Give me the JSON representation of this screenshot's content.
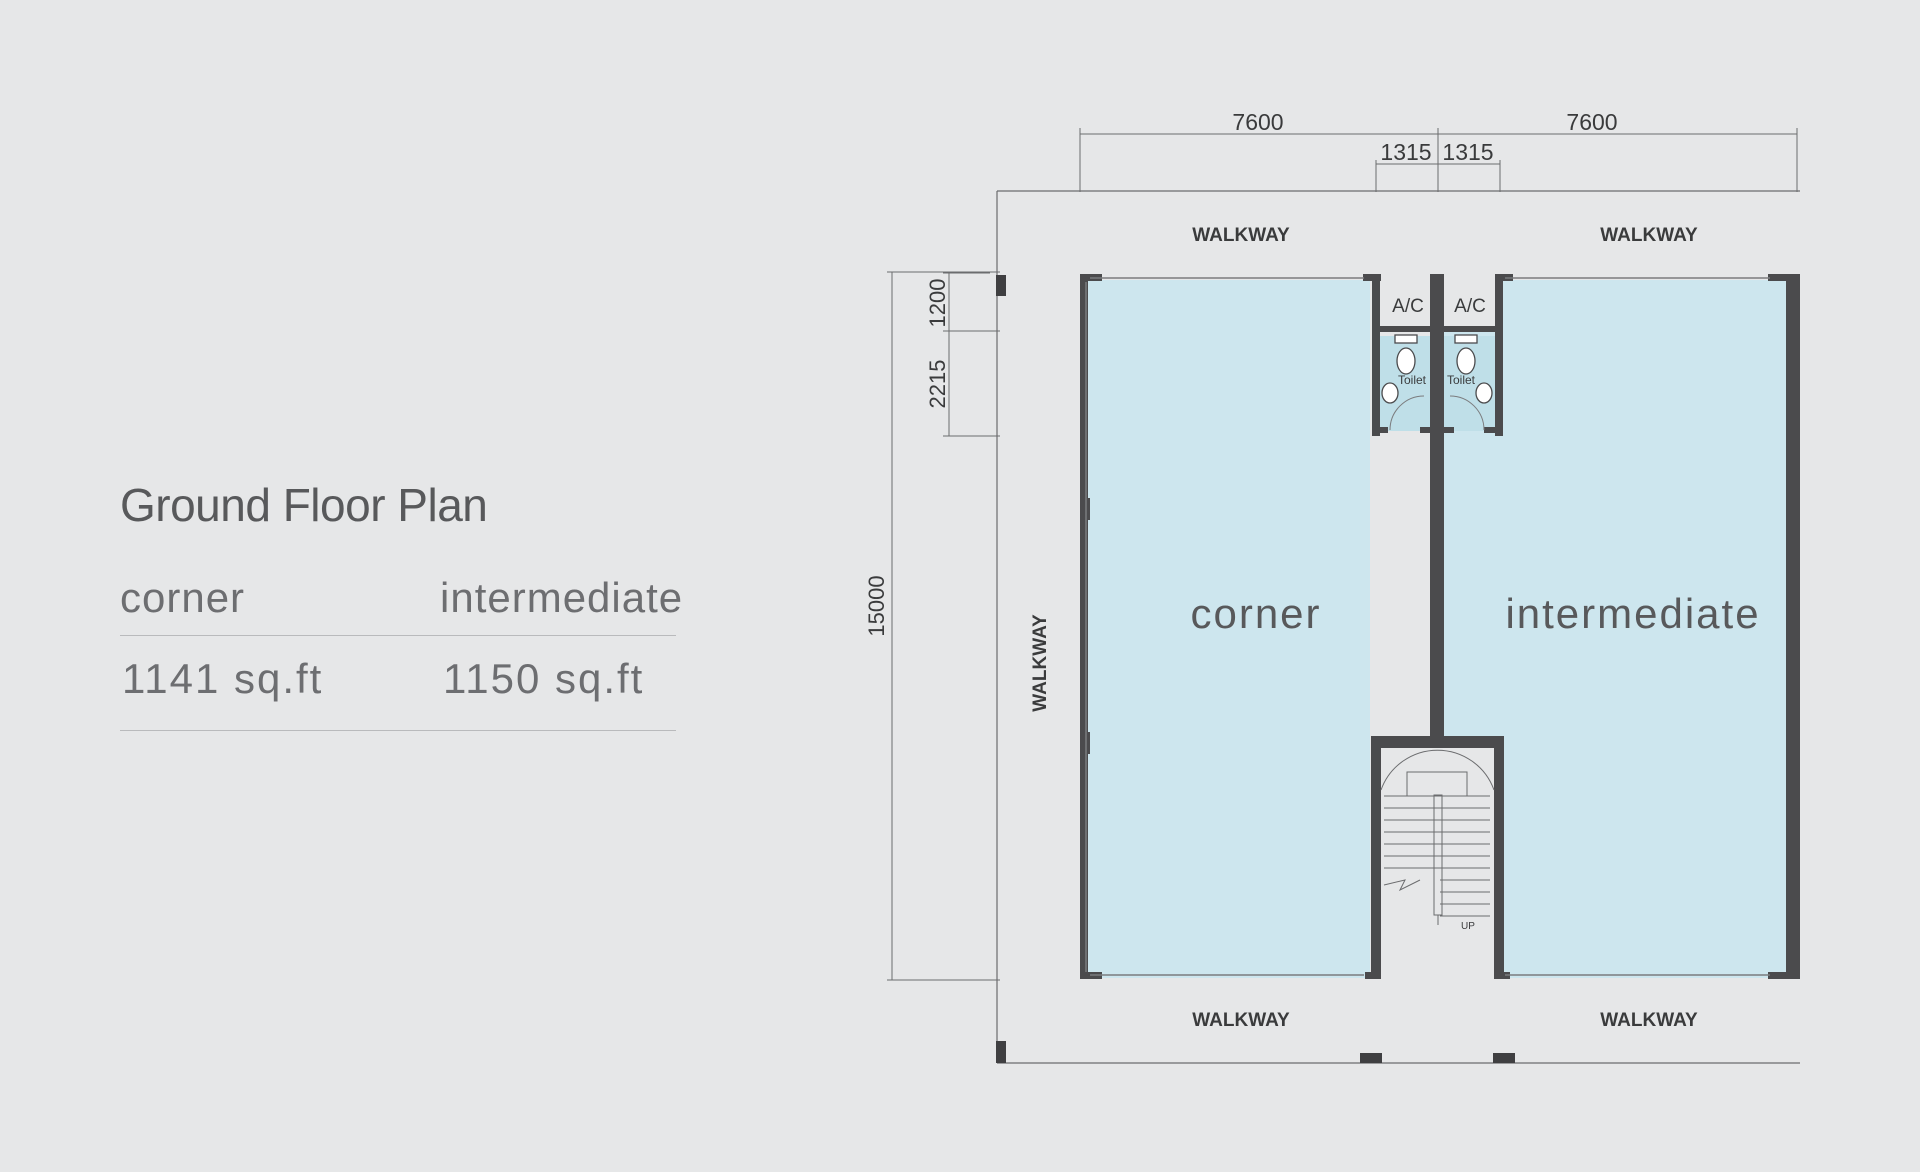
{
  "title": "Ground Floor Plan",
  "table": {
    "headers": [
      "corner",
      "intermediate"
    ],
    "values": [
      "1141 sq.ft",
      "1150 sq.ft"
    ]
  },
  "plan": {
    "dims": {
      "top_left": "7600",
      "top_right": "7600",
      "inner_left": "1315",
      "inner_right": "1315",
      "side_a": "1200",
      "side_b": "2215",
      "side_total": "15000"
    },
    "walkway": "WALKWAY",
    "units": [
      "corner",
      "intermediate"
    ],
    "ac": "A/C",
    "toilet": "Toilet",
    "stair_up": "UP"
  },
  "colors": {
    "background": "#e6e7e8",
    "unit_fill": "#cde6ee",
    "wall": "#4b4b4d",
    "text": "#58595b"
  }
}
